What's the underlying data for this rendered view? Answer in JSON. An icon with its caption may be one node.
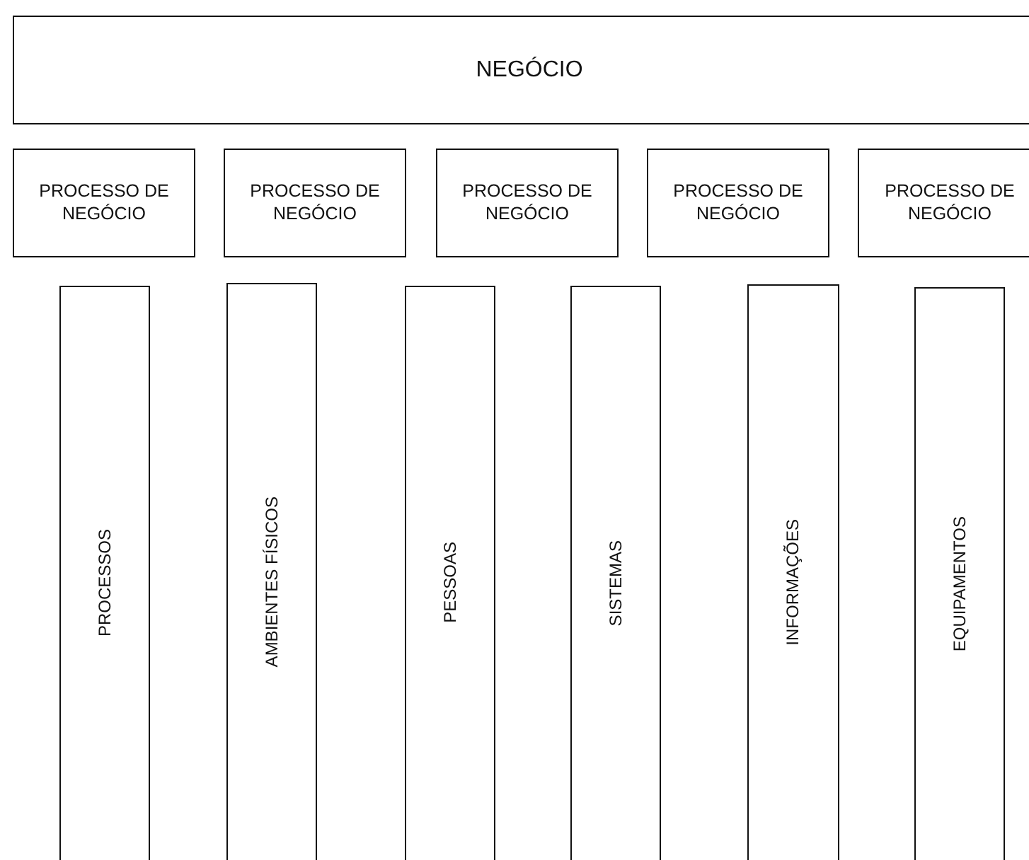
{
  "diagram": {
    "nodes": [
      {
        "text": [
          "NEGÓCIO"
        ]
      },
      {
        "text": [
          "PROCESSO DE NEGÓCIO"
        ]
      },
      {
        "text": [
          "PROCESSO DE NEGÓCIO"
        ]
      },
      {
        "text": [
          "PROCESSO DE NEGÓCIO"
        ]
      },
      {
        "text": [
          "PROCESSO DE NEGÓCIO"
        ]
      },
      {
        "text": [
          "PROCESSO DE NEGÓCIO"
        ]
      },
      {
        "text": [
          "PROCESSOS"
        ]
      },
      {
        "text": [
          "AMBIENTES FÍSICOS"
        ]
      },
      {
        "text": [
          "PESSOAS"
        ]
      },
      {
        "text": [
          "SISTEMAS"
        ]
      },
      {
        "text": [
          "INFORMAÇÕES"
        ]
      },
      {
        "text": [
          "EQUIPAMENTOS"
        ]
      }
    ]
  }
}
